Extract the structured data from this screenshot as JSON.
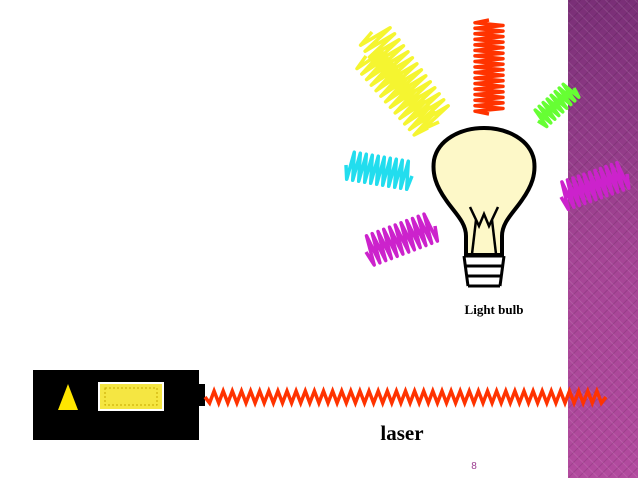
{
  "labels": {
    "light_bulb": "Light bulb",
    "laser": "laser",
    "page_number": "8"
  },
  "colors": {
    "sidebar": "#9b3a8f",
    "laser_beam": "#ff3300",
    "laser_body": "#000000",
    "laser_window": "#f5e642",
    "laser_arrow": "#ffe600",
    "bulb_glass": "#fdf8c8",
    "wave_yellow": "#f5f530",
    "wave_red": "#ff3300",
    "wave_green": "#66ff33",
    "wave_cyan": "#22ddee",
    "wave_magenta": "#cc22cc"
  }
}
